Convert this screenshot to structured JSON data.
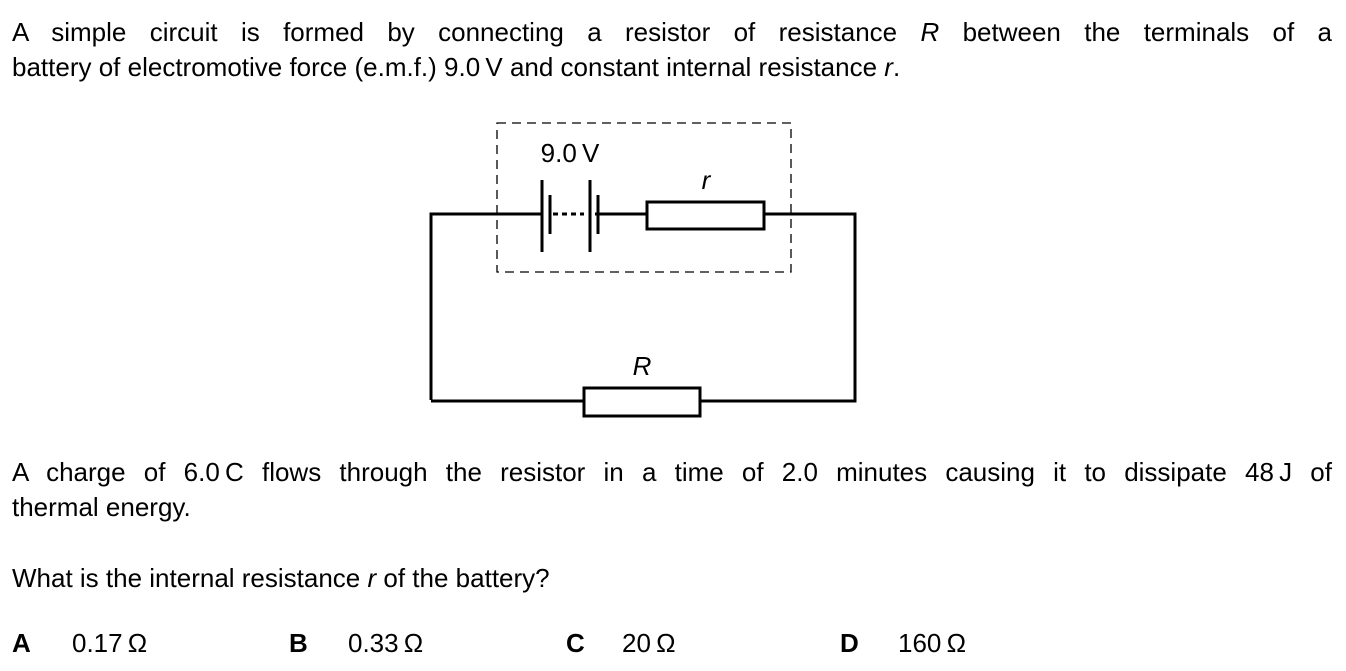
{
  "question": {
    "intro": {
      "line1_a": "A simple circuit is formed by connecting a resistor of resistance ",
      "line1_var": "R",
      "line1_b": " between the terminals of a",
      "line2_a": "battery of electromotive force (e.m.f.) 9.0 V and constant internal resistance ",
      "line2_var": "r",
      "line2_b": "."
    },
    "body": {
      "line1": "A charge of 6.0 C flows through the resistor in a time of 2.0 minutes causing it to dissipate 48 J of",
      "line2": "thermal energy."
    },
    "prompt": {
      "a": "What is the internal resistance ",
      "var": "r",
      "b": " of the battery?"
    }
  },
  "diagram": {
    "emf_label": "9.0 V",
    "internal_resistor_label": "r",
    "external_resistor_label": "R"
  },
  "options": [
    {
      "letter": "A",
      "value": "0.17 Ω"
    },
    {
      "letter": "B",
      "value": "0.33 Ω"
    },
    {
      "letter": "C",
      "value": "20 Ω"
    },
    {
      "letter": "D",
      "value": "160 Ω"
    }
  ]
}
